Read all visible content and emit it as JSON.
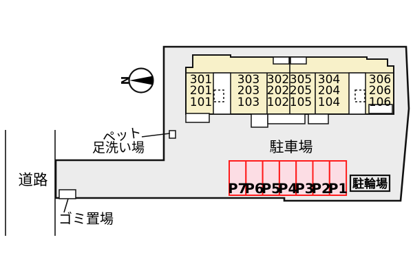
{
  "colors": {
    "site_fill": "#ececec",
    "building_fill": "#f8f1c9",
    "parking_fill": "#fcdde4",
    "parking_border": "#ff1a1a",
    "bicycle_fill": "#ececec",
    "outline": "#111111"
  },
  "compass": {
    "label": "N"
  },
  "road": {
    "label": "道路"
  },
  "garbage": {
    "label": "ゴミ置場"
  },
  "pet_wash": {
    "line1": "ペット",
    "line2": "足洗い場"
  },
  "parking": {
    "title": "駐車場",
    "spaces": [
      "P7",
      "P6",
      "P5",
      "P4",
      "P3",
      "P2",
      "P1"
    ]
  },
  "bicycle": {
    "label": "駐輪場"
  },
  "building": {
    "columns": [
      {
        "units": [
          "301",
          "201",
          "101"
        ]
      },
      {
        "units": [
          "303",
          "203",
          "103"
        ]
      },
      {
        "units": [
          "302",
          "202",
          "102"
        ]
      },
      {
        "units": [
          "305",
          "205",
          "105"
        ]
      },
      {
        "units": [
          "304",
          "204",
          "104"
        ]
      },
      {
        "units": [
          "306",
          "206",
          "106"
        ]
      }
    ]
  }
}
